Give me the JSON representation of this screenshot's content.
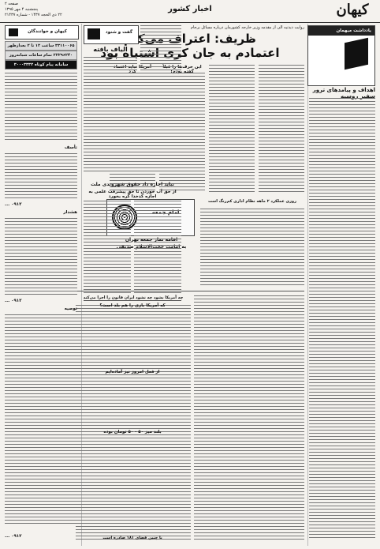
{
  "header": {
    "logo": "کیهان",
    "section": "اخبار کشور",
    "page_no": "صفحه ۲",
    "date_line": "پنجشنبه ۴ مهر ۱۳۹۵",
    "issue_line": "۲۲ ذی الحجه ۱۴۳۷ - شماره ۲۱۴۳۷"
  },
  "right_box": {
    "title": "یادداشت میهمان",
    "headline": "اهداف و پیامدهای ترور سفیر روسیه"
  },
  "main": {
    "kicker": "روایت دیدنیه الی از مقدمه وزیر خارجه کشورمان درباره مسائل برجام",
    "headline_1": "ظریف: اعتراف می‌کنم",
    "headline_2": "اعتمادم به جان کری اشتباه بود",
    "subhead_a": "این حرف‌ها را قبلاً گفته بودم!",
    "subhead_b": "آمریکا نباید اعتماد کرد",
    "friday_box_title": "امام جمعه",
    "friday_head_1": "اقامه نماز جمعه تهران",
    "friday_head_2": "به امامت حجت‌الاسلام صدیقی",
    "side_story": "روزی عملکرد ۲ ماهه نظام اداری کم‌رنگ است",
    "bottom_story": "چه آمریکا بشود چه نشود ایران قانون را اجرا می‌کند"
  },
  "middle": {
    "box_title": "گفت و شنود",
    "box_headline": "الیاف بافته",
    "head_1": "نباید اجازه داد حقوق شهروندی ملت",
    "head_2": "از حق آب خوردن تا حق پیشرفت علمی به اجازه کدخدا گره بخورد",
    "question_1": "که آمریکا بازی را هم بلد است؟",
    "head_3": "از فعل امروز نیز آماده‌ایم",
    "question_2": "بلند میز ۵۰ - ۵۰ تومان بوده",
    "footer_story": "با چنین فضای ۱۸۱ صادره است"
  },
  "left": {
    "box_title": "کیهان و خوانندگان",
    "phone_1": "۳۳۱۱۰۰۶۵ ساعت ۱۲ تا ۲ بعدازظهر",
    "phone_2": "۲۲۲۹۶۲۴۰ تمام ساعات شبانه‌روز",
    "sms": "سامانه پیام کوتاه ۳۰۰۰۳۳۳۲",
    "items": [
      "تأسف",
      "۰۹۱۲ ...",
      "هشدار",
      "۰۹۱۲ ...",
      "توصیه",
      "۰۹۱۲ ..."
    ]
  }
}
